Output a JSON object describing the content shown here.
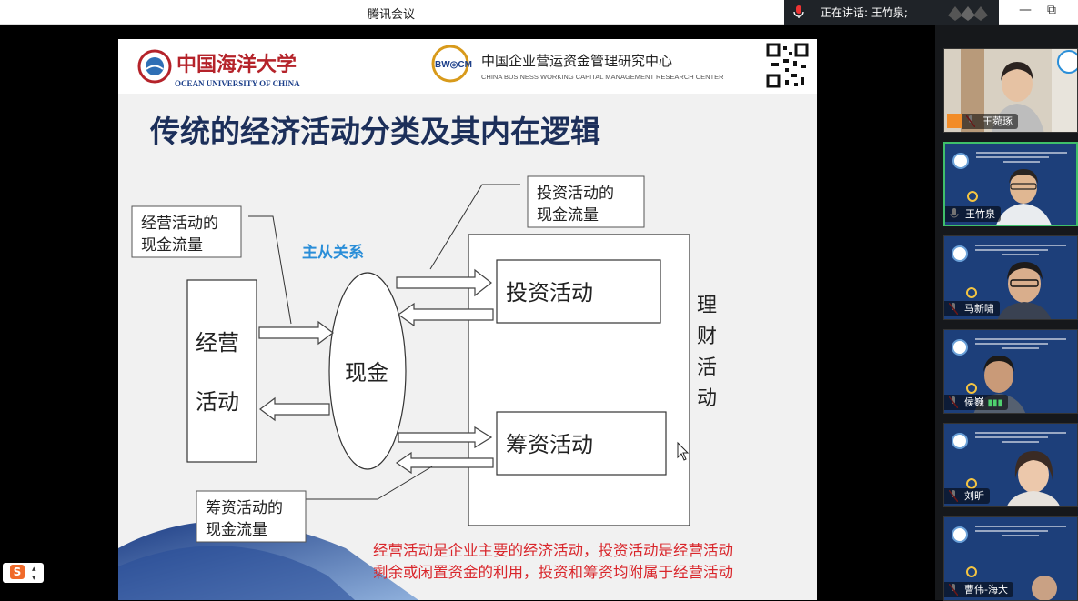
{
  "window": {
    "title": "腾讯会议",
    "minimize": "—",
    "restore": "⧉"
  },
  "speaking": {
    "label": "正在讲话: 王竹泉;"
  },
  "slide": {
    "uni_name_cn": "中国海洋大学",
    "uni_name_en": "OCEAN UNIVERSITY OF CHINA",
    "center_logo": "BW◎CM",
    "center_name_cn": "中国企业营运资金管理研究中心",
    "center_name_en": "CHINA BUSINESS WORKING CAPITAL MANAGEMENT RESEARCH CENTER",
    "title": "传统的经济活动分类及其内在逻辑",
    "label_opcash": [
      "经营活动的",
      "现金流量"
    ],
    "label_invcash": [
      "投资活动的",
      "现金流量"
    ],
    "label_fincash": [
      "筹资活动的",
      "现金流量"
    ],
    "relation": "主从关系",
    "op_activity": [
      "经营",
      "活动"
    ],
    "cash": "现金",
    "inv_activity": "投资活动",
    "fin_activity": "筹资活动",
    "finance_mgmt": [
      "理",
      "财",
      "活",
      "动"
    ],
    "footnote": [
      "经营活动是企业主要的经济活动，投资活动是经营活动",
      "剩余或闲置资金的利用，投资和筹资均附属于经营活动"
    ]
  },
  "participants": [
    {
      "name": "王菀琢"
    },
    {
      "name": "王竹泉"
    },
    {
      "name": "马新啸"
    },
    {
      "name": "侯巍"
    },
    {
      "name": "刘昕"
    },
    {
      "name": "曹伟-海大"
    }
  ],
  "taskbar": {
    "ime": "S"
  }
}
